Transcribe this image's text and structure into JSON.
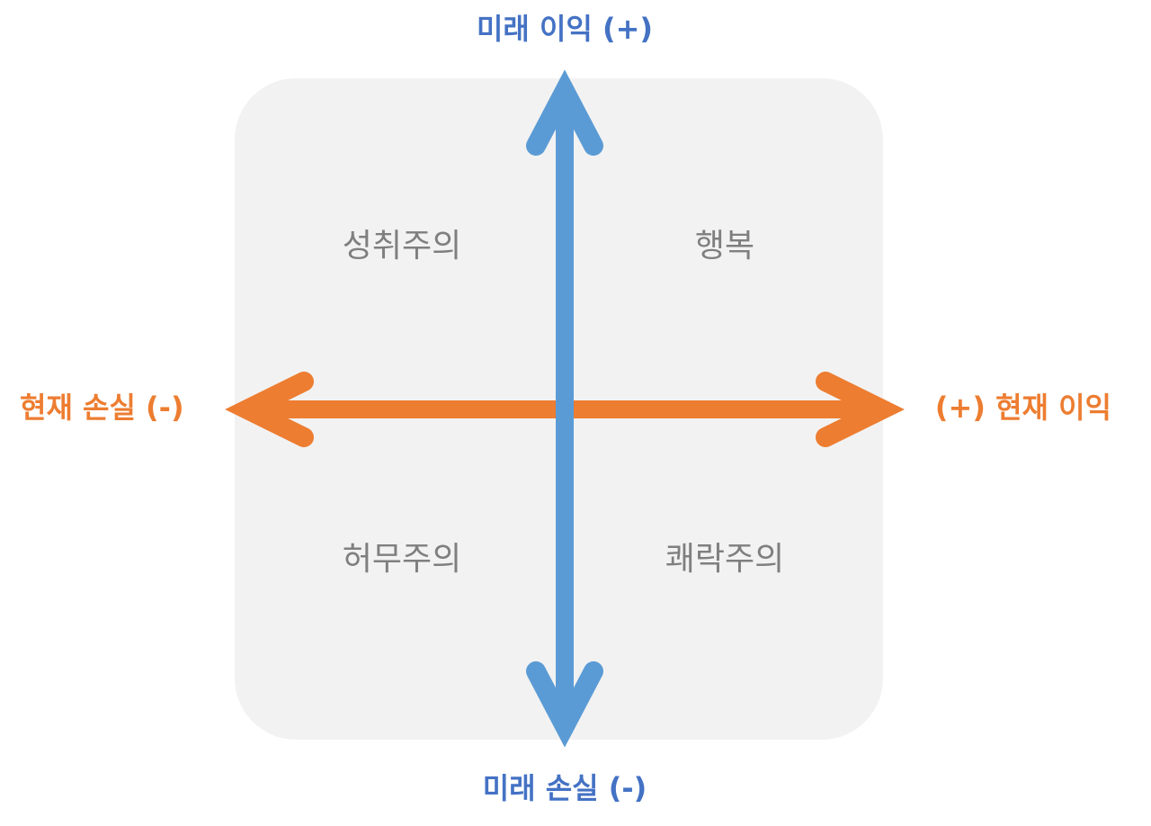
{
  "axes": {
    "vertical": {
      "top_label": "미래 이익 (+)",
      "bottom_label": "미래 손실 (-)",
      "color": "#4472c4",
      "arrow_color": "#5b9bd5"
    },
    "horizontal": {
      "left_label": "현재 손실 (-)",
      "right_label": "(+) 현재 이익",
      "color": "#ed7d31",
      "arrow_color": "#ed7d31"
    }
  },
  "quadrants": {
    "top_left": "성취주의",
    "top_right": "행복",
    "bottom_left": "허무주의",
    "bottom_right": "쾌락주의"
  },
  "panel_color": "#f2f2f2",
  "quadrant_text_color": "#7f7f7f"
}
